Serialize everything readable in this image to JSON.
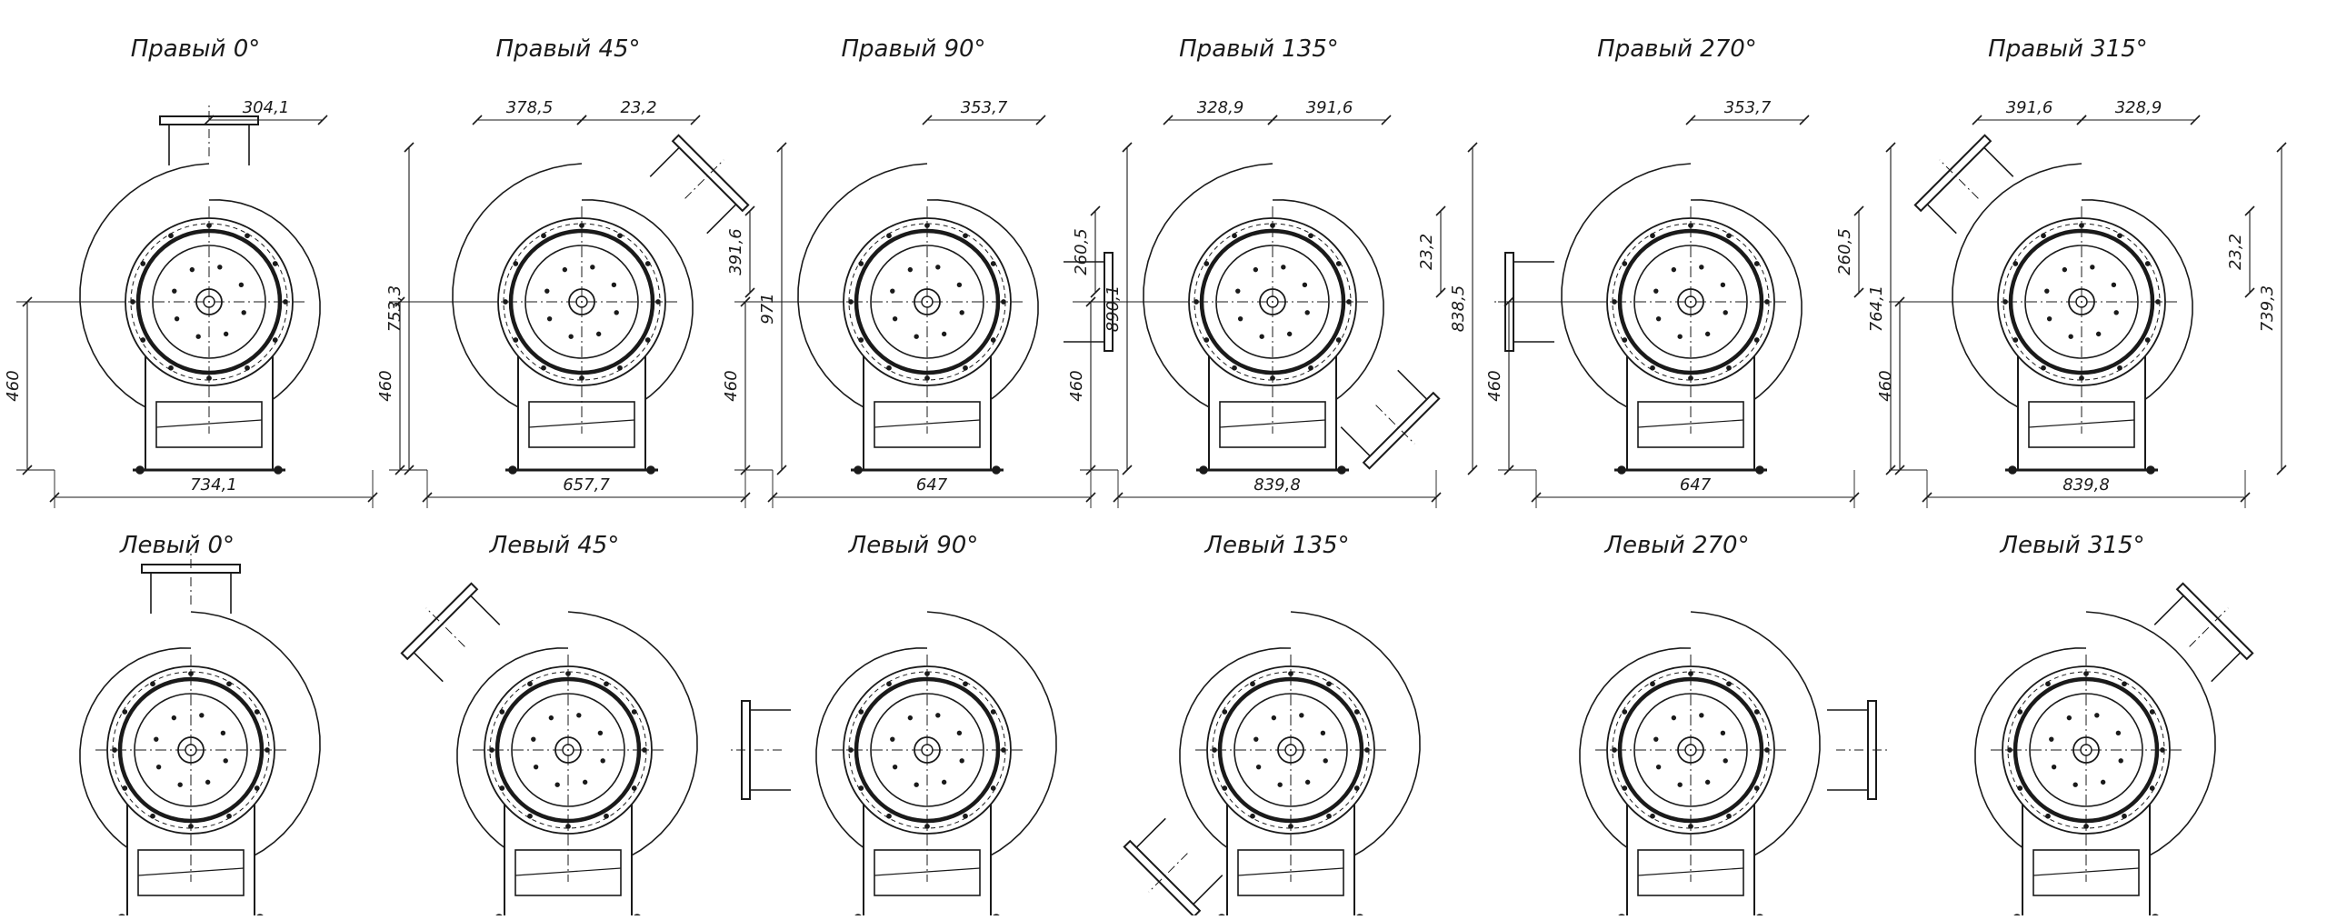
{
  "colors": {
    "ink": "#1a1a1a",
    "background": "#ffffff"
  },
  "views": [
    {
      "title": "Правый 0°",
      "side": "right",
      "outlet_angle": 0,
      "dims": {
        "top_a": "304,1",
        "height_total": "753,3",
        "axis_height": "460",
        "width_total": "734,1"
      }
    },
    {
      "title": "Правый 45°",
      "side": "right",
      "outlet_angle": 45,
      "dims": {
        "top_a": "378,5",
        "top_b": "23,2",
        "flange": "391,6",
        "height_total": "971",
        "axis_height": "460",
        "width_total": "657,7"
      }
    },
    {
      "title": "Правый 90°",
      "side": "right",
      "outlet_angle": 90,
      "dims": {
        "top_a": "353,7",
        "flange": "260,5",
        "height_total": "890,1",
        "axis_height": "460",
        "width_total": "647"
      }
    },
    {
      "title": "Правый 135°",
      "side": "right",
      "outlet_angle": 135,
      "dims": {
        "top_a": "328,9",
        "top_b": "391,6",
        "flange": "23,2",
        "height_total": "838,5",
        "axis_height": "460",
        "width_total": "839,8"
      }
    },
    {
      "title": "Правый 270°",
      "side": "right",
      "outlet_angle": 270,
      "dims": {
        "top_a": "353,7",
        "flange": "260,5",
        "height_total": "764,1",
        "axis_height": "460",
        "width_total": "647"
      }
    },
    {
      "title": "Правый 315°",
      "side": "right",
      "outlet_angle": 315,
      "dims": {
        "top_a": "391,6",
        "top_b": "328,9",
        "flange": "23,2",
        "height_total": "739,3",
        "axis_height": "460",
        "width_total": "839,8"
      }
    },
    {
      "title": "Левый 0°",
      "side": "left",
      "outlet_angle": 0,
      "dims": {}
    },
    {
      "title": "Левый 45°",
      "side": "left",
      "outlet_angle": 45,
      "dims": {}
    },
    {
      "title": "Левый 90°",
      "side": "left",
      "outlet_angle": 90,
      "dims": {}
    },
    {
      "title": "Левый 135°",
      "side": "left",
      "outlet_angle": 135,
      "dims": {}
    },
    {
      "title": "Левый 270°",
      "side": "left",
      "outlet_angle": 270,
      "dims": {}
    },
    {
      "title": "Левый 315°",
      "side": "left",
      "outlet_angle": 315,
      "dims": {}
    }
  ]
}
